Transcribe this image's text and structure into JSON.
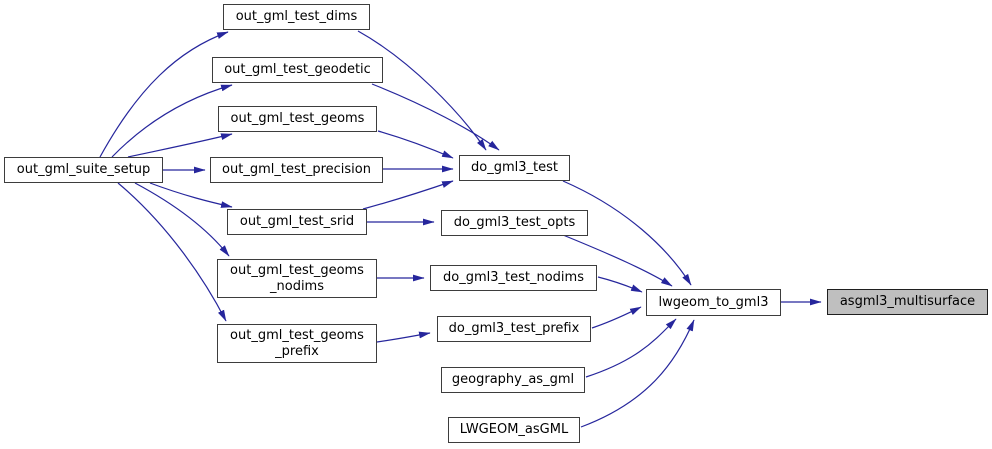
{
  "diagram": {
    "type": "call-graph",
    "background_color": "#ffffff",
    "edge_color": "#26269c",
    "node_border_color": "#3d3d3d",
    "node_fill_color": "#ffffff",
    "highlight_fill_color": "#bfbfbf",
    "text_color": "#000000"
  },
  "nodes": [
    {
      "id": "out_gml_suite_setup",
      "label": "out_gml_suite_setup",
      "highlighted": false
    },
    {
      "id": "out_gml_test_dims",
      "label": "out_gml_test_dims",
      "highlighted": false
    },
    {
      "id": "out_gml_test_geodetic",
      "label": "out_gml_test_geodetic",
      "highlighted": false
    },
    {
      "id": "out_gml_test_geoms",
      "label": "out_gml_test_geoms",
      "highlighted": false
    },
    {
      "id": "out_gml_test_precision",
      "label": "out_gml_test_precision",
      "highlighted": false
    },
    {
      "id": "out_gml_test_srid",
      "label": "out_gml_test_srid",
      "highlighted": false
    },
    {
      "id": "out_gml_test_geoms_nodims",
      "label": "out_gml_test_geoms\n_nodims",
      "highlighted": false
    },
    {
      "id": "out_gml_test_geoms_prefix",
      "label": "out_gml_test_geoms\n_prefix",
      "highlighted": false
    },
    {
      "id": "do_gml3_test",
      "label": "do_gml3_test",
      "highlighted": false
    },
    {
      "id": "do_gml3_test_opts",
      "label": "do_gml3_test_opts",
      "highlighted": false
    },
    {
      "id": "do_gml3_test_nodims",
      "label": "do_gml3_test_nodims",
      "highlighted": false
    },
    {
      "id": "do_gml3_test_prefix",
      "label": "do_gml3_test_prefix",
      "highlighted": false
    },
    {
      "id": "geography_as_gml",
      "label": "geography_as_gml",
      "highlighted": false
    },
    {
      "id": "LWGEOM_asGML",
      "label": "LWGEOM_asGML",
      "highlighted": false
    },
    {
      "id": "lwgeom_to_gml3",
      "label": "lwgeom_to_gml3",
      "highlighted": false
    },
    {
      "id": "asgml3_multisurface",
      "label": "asgml3_multisurface",
      "highlighted": true
    }
  ],
  "edges": [
    {
      "from": "out_gml_suite_setup",
      "to": "out_gml_test_dims"
    },
    {
      "from": "out_gml_suite_setup",
      "to": "out_gml_test_geodetic"
    },
    {
      "from": "out_gml_suite_setup",
      "to": "out_gml_test_geoms"
    },
    {
      "from": "out_gml_suite_setup",
      "to": "out_gml_test_precision"
    },
    {
      "from": "out_gml_suite_setup",
      "to": "out_gml_test_srid"
    },
    {
      "from": "out_gml_suite_setup",
      "to": "out_gml_test_geoms_nodims"
    },
    {
      "from": "out_gml_suite_setup",
      "to": "out_gml_test_geoms_prefix"
    },
    {
      "from": "out_gml_test_dims",
      "to": "do_gml3_test"
    },
    {
      "from": "out_gml_test_geodetic",
      "to": "do_gml3_test"
    },
    {
      "from": "out_gml_test_geoms",
      "to": "do_gml3_test"
    },
    {
      "from": "out_gml_test_precision",
      "to": "do_gml3_test"
    },
    {
      "from": "out_gml_test_srid",
      "to": "do_gml3_test"
    },
    {
      "from": "out_gml_test_srid",
      "to": "do_gml3_test_opts"
    },
    {
      "from": "out_gml_test_geoms_nodims",
      "to": "do_gml3_test_nodims"
    },
    {
      "from": "out_gml_test_geoms_prefix",
      "to": "do_gml3_test_prefix"
    },
    {
      "from": "do_gml3_test",
      "to": "lwgeom_to_gml3"
    },
    {
      "from": "do_gml3_test_opts",
      "to": "lwgeom_to_gml3"
    },
    {
      "from": "do_gml3_test_nodims",
      "to": "lwgeom_to_gml3"
    },
    {
      "from": "do_gml3_test_prefix",
      "to": "lwgeom_to_gml3"
    },
    {
      "from": "geography_as_gml",
      "to": "lwgeom_to_gml3"
    },
    {
      "from": "LWGEOM_asGML",
      "to": "lwgeom_to_gml3"
    },
    {
      "from": "lwgeom_to_gml3",
      "to": "asgml3_multisurface"
    }
  ]
}
